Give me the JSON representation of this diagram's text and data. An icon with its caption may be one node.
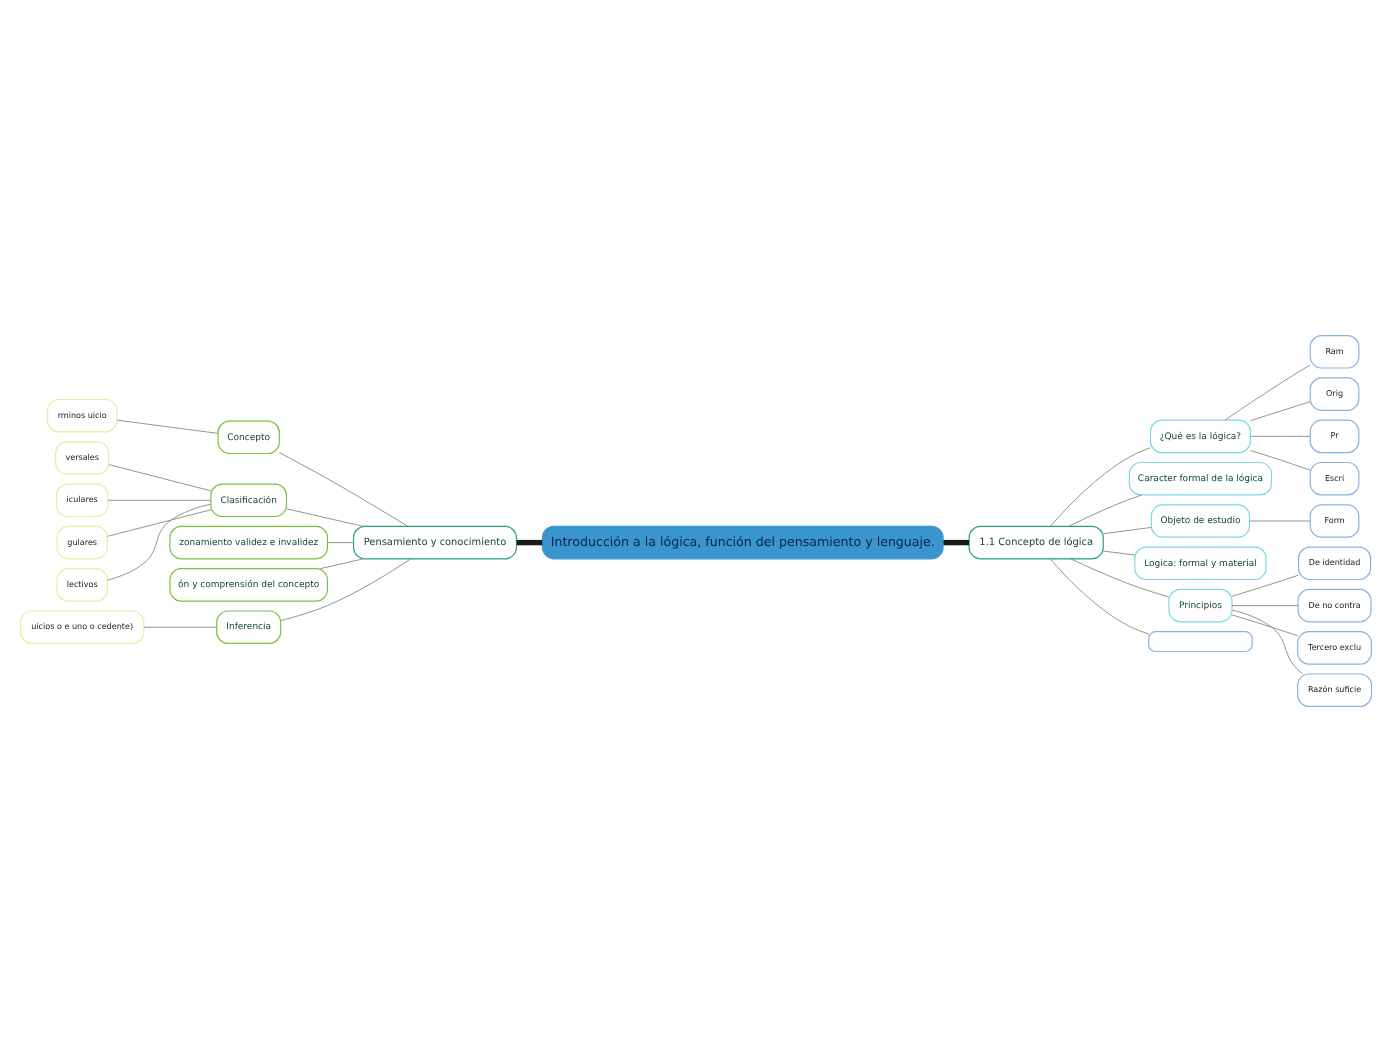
{
  "diagram": {
    "nodes": [
      {
        "text": [
          "Introducción a la lógica, función del pensamiento y lenguaje."
        ]
      },
      {
        "text": [
          "Pensamiento y conocimiento"
        ]
      },
      {
        "text": [
          "1.1 Concepto de lógica"
        ]
      },
      {
        "text": [
          "Concepto"
        ]
      },
      {
        "text": [
          "rminos uicio"
        ]
      },
      {
        "text": [
          "Clasificación"
        ]
      },
      {
        "text": [
          "versales"
        ]
      },
      {
        "text": [
          "iculares"
        ]
      },
      {
        "text": [
          "gulares"
        ]
      },
      {
        "text": [
          "lectivos"
        ]
      },
      {
        "text": [
          "zonamiento validez e invalidez"
        ]
      },
      {
        "text": [
          "ón y comprensión del concepto"
        ]
      },
      {
        "text": [
          "Inferencia"
        ]
      },
      {
        "text": [
          "uicios o e uno o cedente)"
        ]
      },
      {
        "text": [
          "¿Qué es la lógica?"
        ]
      },
      {
        "text": [
          "Ram"
        ]
      },
      {
        "text": [
          "Orig"
        ]
      },
      {
        "text": [
          "Pr"
        ]
      },
      {
        "text": [
          "Escri"
        ]
      },
      {
        "text": [
          "Caracter formal de la lógica"
        ]
      },
      {
        "text": [
          "Objeto de estudio"
        ]
      },
      {
        "text": [
          "Form"
        ]
      },
      {
        "text": [
          "Logica: formal y material"
        ]
      },
      {
        "text": [
          "Principios"
        ]
      },
      {
        "text": [
          "De identidad"
        ]
      },
      {
        "text": [
          "De no contra"
        ]
      },
      {
        "text": [
          "Tercero exclu"
        ]
      },
      {
        "text": [
          "Razón suficie"
        ]
      },
      {
        "text": [],
        "shape": "box"
      }
    ],
    "edges": [
      {
        "from": 1,
        "to": 0,
        "arrow": "none",
        "style": "thick",
        "color": "#1a1a1a"
      },
      {
        "from": 0,
        "to": 2,
        "arrow": "none",
        "style": "thick",
        "color": "#1a1a1a"
      },
      {
        "from": 3,
        "to": 1,
        "arrow": "none"
      },
      {
        "from": 4,
        "to": 3,
        "arrow": "none"
      },
      {
        "from": 5,
        "to": 1,
        "arrow": "none"
      },
      {
        "from": 6,
        "to": 5,
        "arrow": "none"
      },
      {
        "from": 7,
        "to": 5,
        "arrow": "none"
      },
      {
        "from": 8,
        "to": 5,
        "arrow": "none"
      },
      {
        "from": 9,
        "to": 5,
        "arrow": "none"
      },
      {
        "from": 10,
        "to": 1,
        "arrow": "none"
      },
      {
        "from": 11,
        "to": 1,
        "arrow": "none"
      },
      {
        "from": 12,
        "to": 1,
        "arrow": "none"
      },
      {
        "from": 13,
        "to": 12,
        "arrow": "none"
      },
      {
        "from": 2,
        "to": 14,
        "arrow": "none"
      },
      {
        "from": 14,
        "to": 15,
        "arrow": "none"
      },
      {
        "from": 14,
        "to": 16,
        "arrow": "none"
      },
      {
        "from": 14,
        "to": 17,
        "arrow": "none"
      },
      {
        "from": 14,
        "to": 18,
        "arrow": "none"
      },
      {
        "from": 2,
        "to": 19,
        "arrow": "none"
      },
      {
        "from": 2,
        "to": 20,
        "arrow": "none"
      },
      {
        "from": 20,
        "to": 21,
        "arrow": "none"
      },
      {
        "from": 2,
        "to": 22,
        "arrow": "none"
      },
      {
        "from": 2,
        "to": 23,
        "arrow": "none"
      },
      {
        "from": 23,
        "to": 24,
        "arrow": "none"
      },
      {
        "from": 23,
        "to": 25,
        "arrow": "none"
      },
      {
        "from": 23,
        "to": 26,
        "arrow": "none"
      },
      {
        "from": 23,
        "to": 27,
        "arrow": "none"
      },
      {
        "from": 2,
        "to": 28,
        "arrow": "none"
      }
    ]
  }
}
